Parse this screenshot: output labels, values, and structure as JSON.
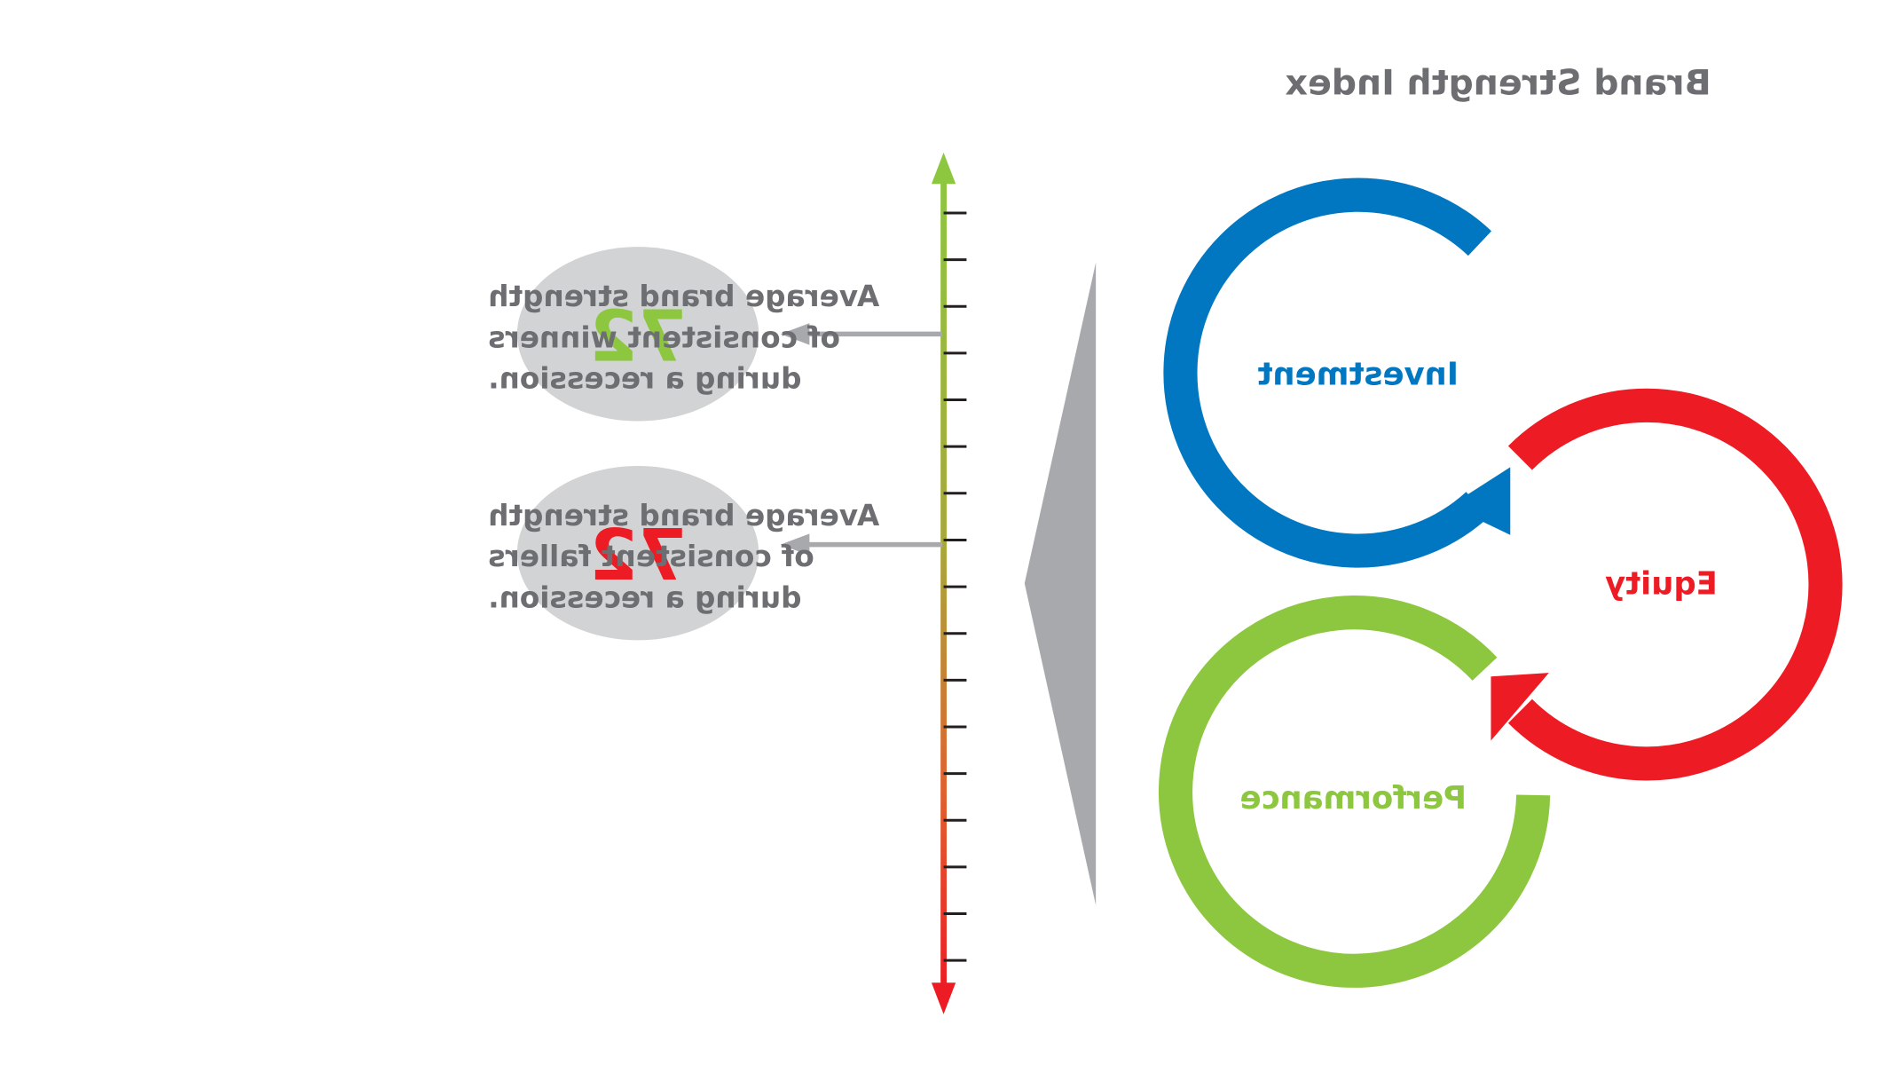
{
  "title": "Brand Strength Index",
  "cycle": {
    "investment_label": "Investment",
    "equity_label": "Equity",
    "performance_label": "Performance"
  },
  "callouts": [
    {
      "score": "72",
      "caption_lines": [
        "Average brand strength",
        "of consistent winners",
        "during a recession."
      ],
      "score_color": "#8dc63f"
    },
    {
      "score": "72",
      "caption_lines": [
        "Average brand strength",
        "of consistent fallers",
        "during a recession."
      ],
      "score_color": "#ed1c24"
    }
  ],
  "colors": {
    "blue": "#0077c0",
    "red": "#ed1c24",
    "green": "#8dc63f",
    "gray_text": "#6d6e71",
    "gray_shape": "#a7a9ac",
    "ellipse": "#d1d3d4"
  },
  "style_notes": {
    "mirrored_image": true,
    "scale_gradient": "green (top) to red (bottom)"
  }
}
